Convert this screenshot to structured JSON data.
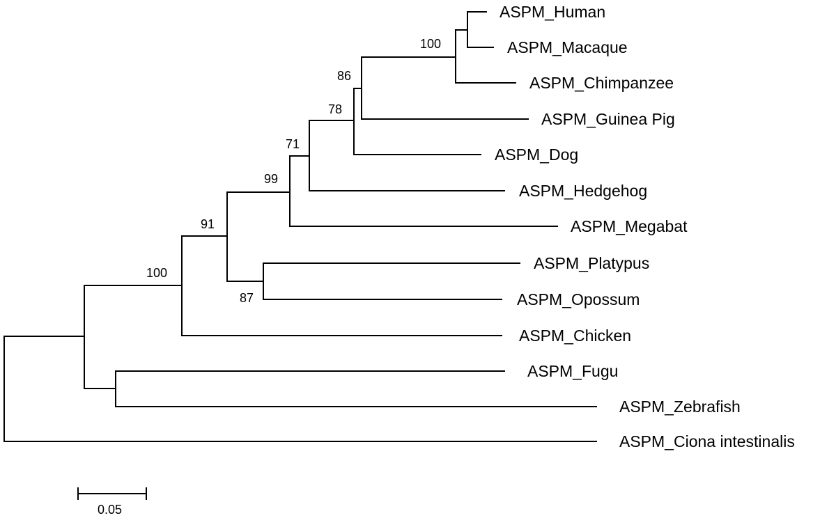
{
  "tree": {
    "taxa": [
      "ASPM_Human",
      "ASPM_Macaque",
      "ASPM_Chimpanzee",
      "ASPM_Guinea Pig",
      "ASPM_Dog",
      "ASPM_Hedgehog",
      "ASPM_Megabat",
      "ASPM_Platypus",
      "ASPM_Opossum",
      "ASPM_Chicken",
      "ASPM_Fugu",
      "ASPM_Zebrafish",
      "ASPM_Ciona intestinalis"
    ],
    "bootstrap_values": {
      "human_macaque_chimp": "100",
      "primates_guineapig": "86",
      "plus_dog": "78",
      "plus_hedgehog": "71",
      "plus_megabat": "99",
      "mammals": "91",
      "platypus_opossum": "87",
      "tetrapods": "100"
    },
    "scale_bar": {
      "label": "0.05",
      "value": 0.05
    },
    "colors": {
      "line": "#000000",
      "text": "#000000",
      "background": "#ffffff"
    }
  }
}
